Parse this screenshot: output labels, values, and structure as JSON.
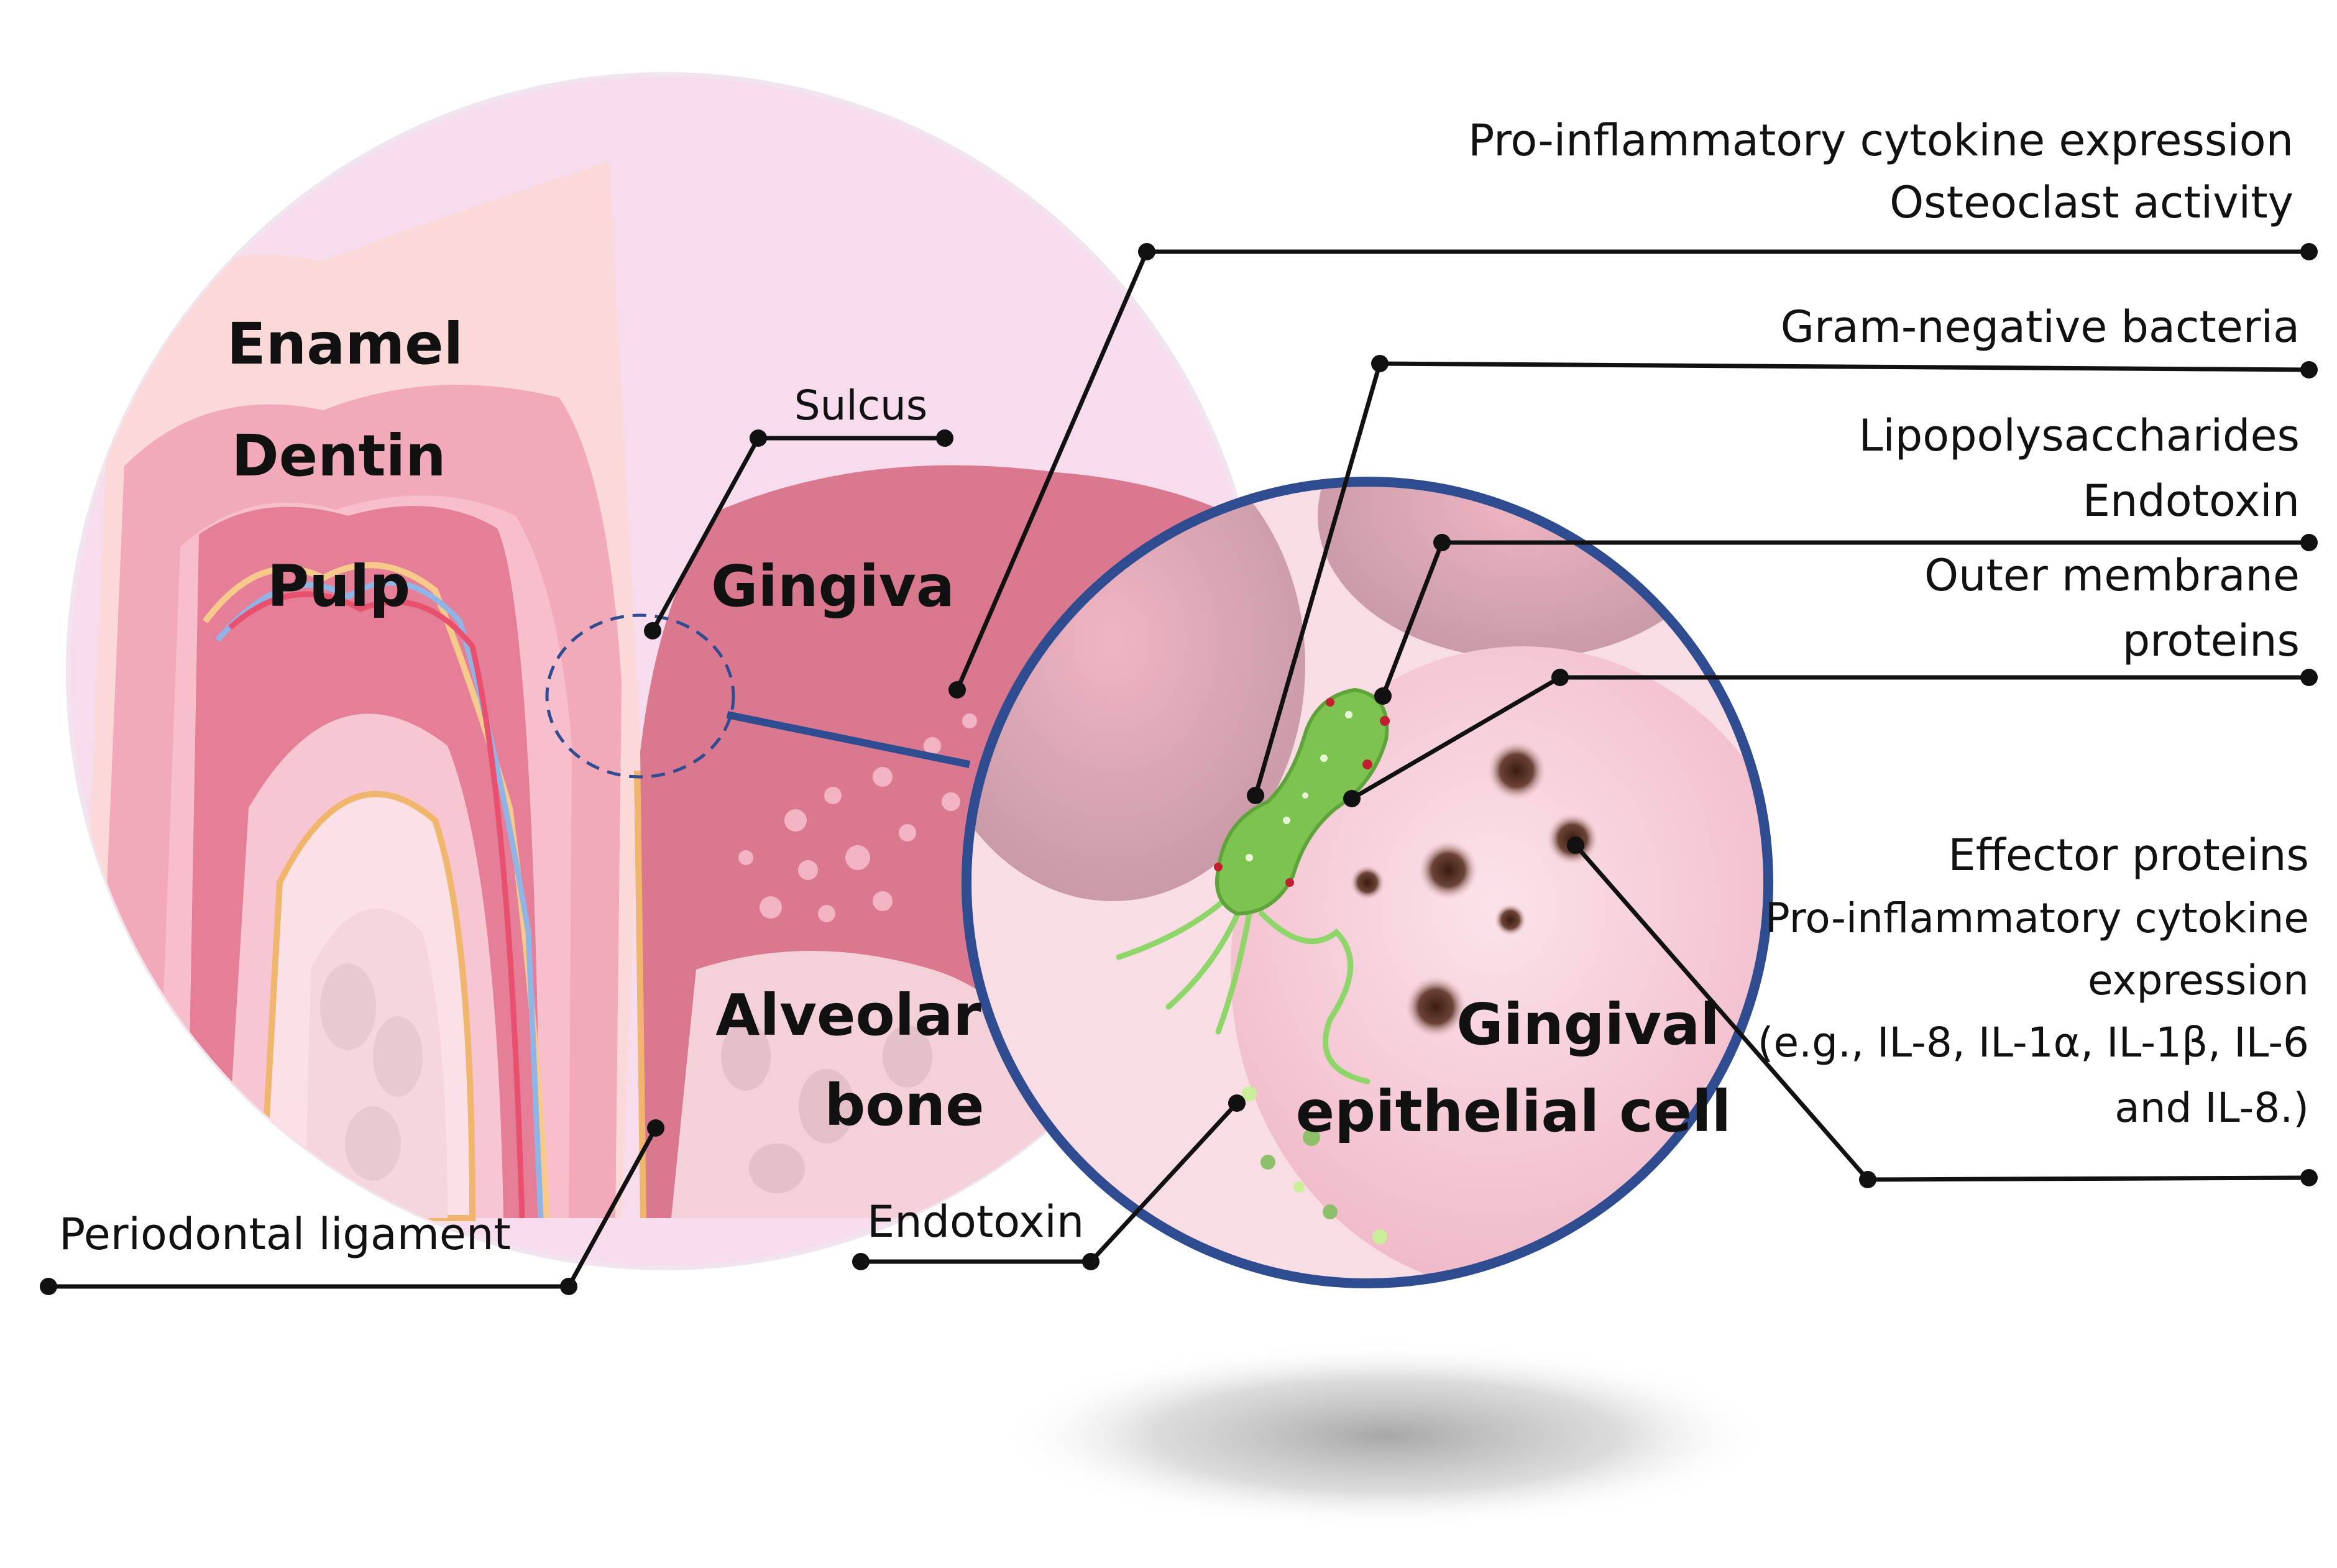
{
  "labels": {
    "enamel": "Enamel",
    "dentin": "Dentin",
    "pulp": "Pulp",
    "sulcus": "Sulcus",
    "gingiva": "Gingiva",
    "alveolar_bone_line1": "Alveolar",
    "alveolar_bone_line2": "bone",
    "periodontal_ligament": "Periodontal ligament",
    "endotoxin_bottom": "Endotoxin",
    "gingival_cell_line1": "Gingival",
    "gingival_cell_line2": "epithelial cell"
  },
  "callouts": {
    "cytokine_line1": "Pro-inflammatory cytokine expression",
    "cytokine_line2": "Osteoclast activity",
    "bacteria": "Gram-negative bacteria",
    "lps_line1": "Lipopolysaccharides",
    "lps_line2": "Endotoxin",
    "omp_line1": "Outer membrane",
    "omp_line2": "proteins",
    "effector_line1": "Effector proteins",
    "effector_line2": "Pro-inflammatory cytokine",
    "effector_line3": "expression",
    "effector_line4": "(e.g., IL-8, IL-1α, IL-1β, IL-6",
    "effector_line5": "and IL-8.)"
  },
  "colors": {
    "outer_circle": "#f6dcec",
    "zoom_border": "#2e4c8f",
    "gingiva": "#d9788f",
    "bacterium": "#7cc44f",
    "leader_lines": "#111111"
  }
}
